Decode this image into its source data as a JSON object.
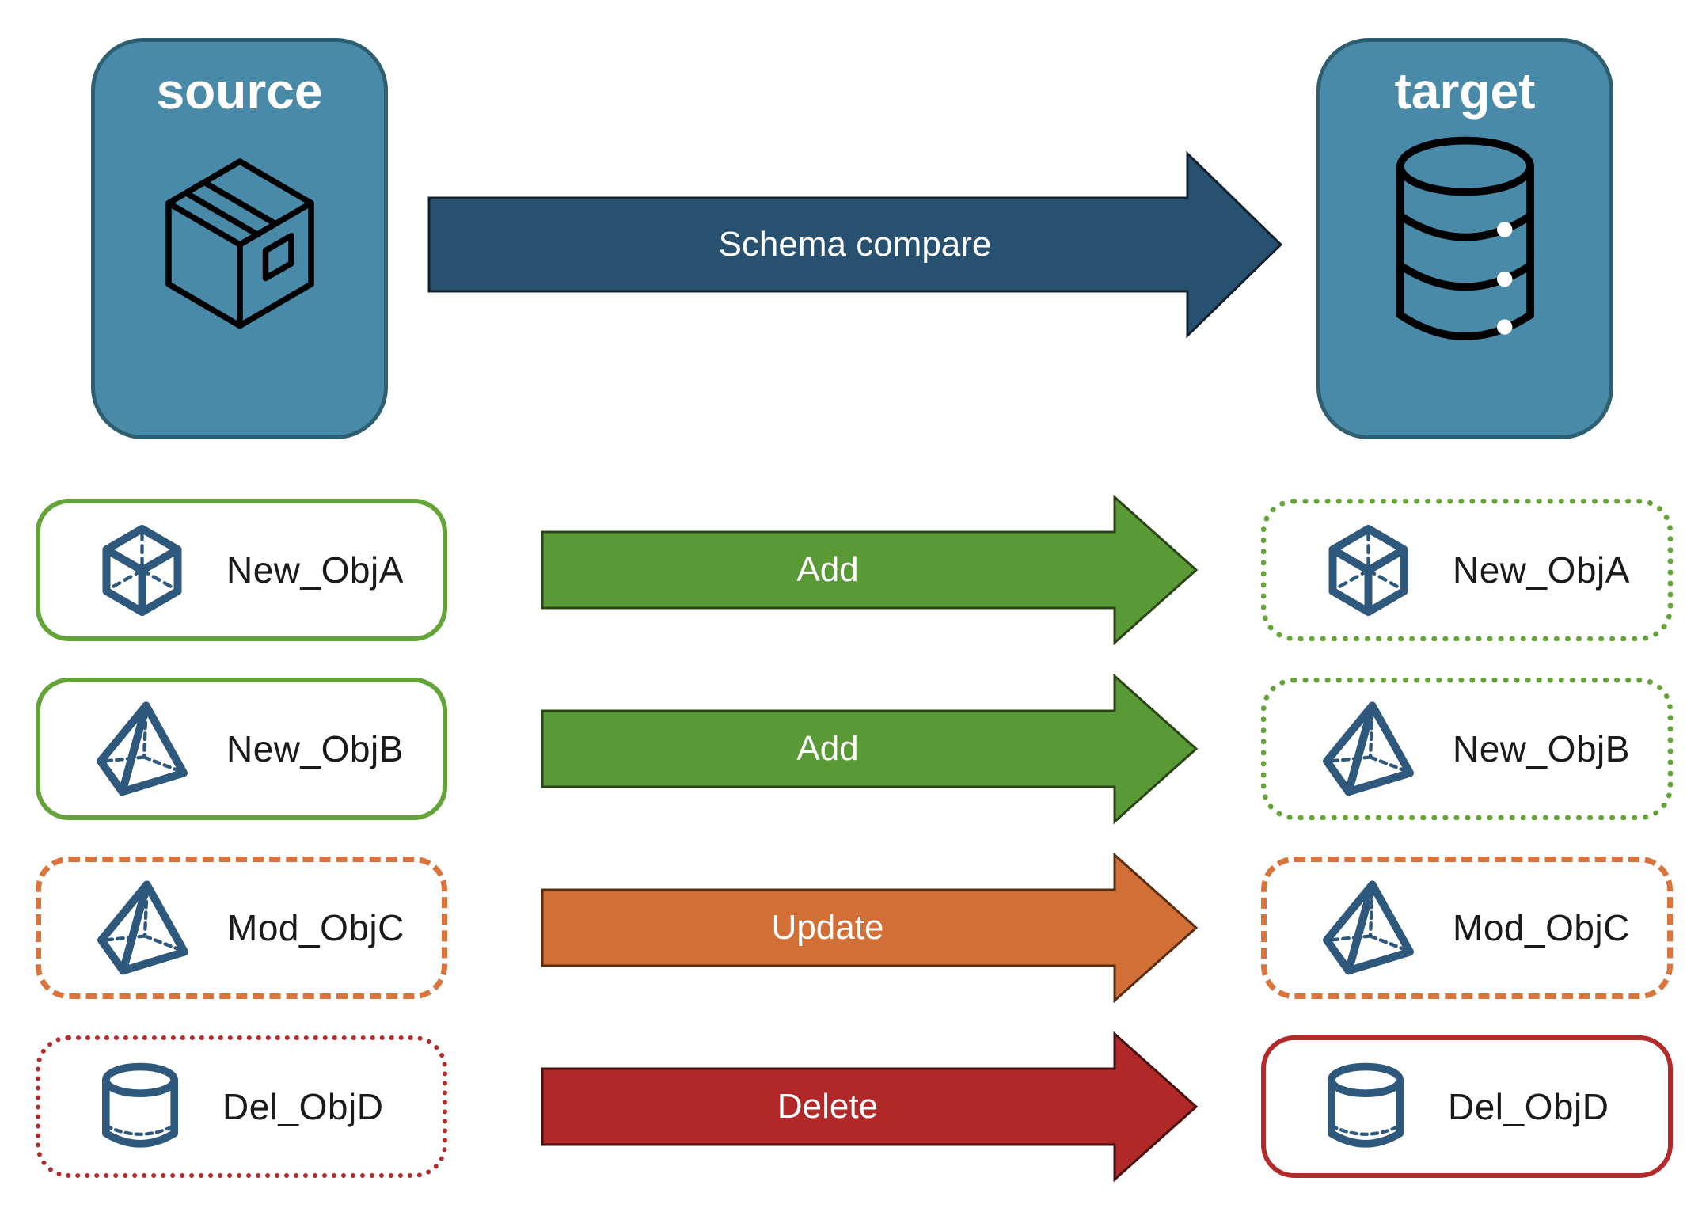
{
  "title": "Schema compare diagram",
  "colors": {
    "panel_blue": "#4A8AA9",
    "panel_blue_border": "#2E5F70",
    "navy_arrow": "#27516F",
    "green_arrow": "#599936",
    "green_border": "#64A338",
    "orange_arrow": "#D26F37",
    "orange_border": "#D8743C",
    "red_arrow": "#B02828",
    "red_border": "#B22A2A",
    "icon_steel_blue": "#2E587C",
    "label_text": "#1A1A1A",
    "arrow_text": "#FFFFFF"
  },
  "source_panel": {
    "label": "source",
    "icon": "package-icon"
  },
  "target_panel": {
    "label": "target",
    "icon": "database-icon"
  },
  "compare_arrow": {
    "label": "Schema compare"
  },
  "rows": [
    {
      "name": "New_ObjA",
      "icon": "cube-icon",
      "action": "Add",
      "source_style": "green-solid",
      "target_style": "green-dotted"
    },
    {
      "name": "New_ObjB",
      "icon": "pyramid-icon",
      "action": "Add",
      "source_style": "green-solid",
      "target_style": "green-dotted"
    },
    {
      "name": "Mod_ObjC",
      "icon": "pyramid-icon",
      "action": "Update",
      "source_style": "orange-dashed",
      "target_style": "orange-dashed"
    },
    {
      "name": "Del_ObjD",
      "icon": "cylinder-icon",
      "action": "Delete",
      "source_style": "red-dotted",
      "target_style": "red-solid"
    }
  ]
}
